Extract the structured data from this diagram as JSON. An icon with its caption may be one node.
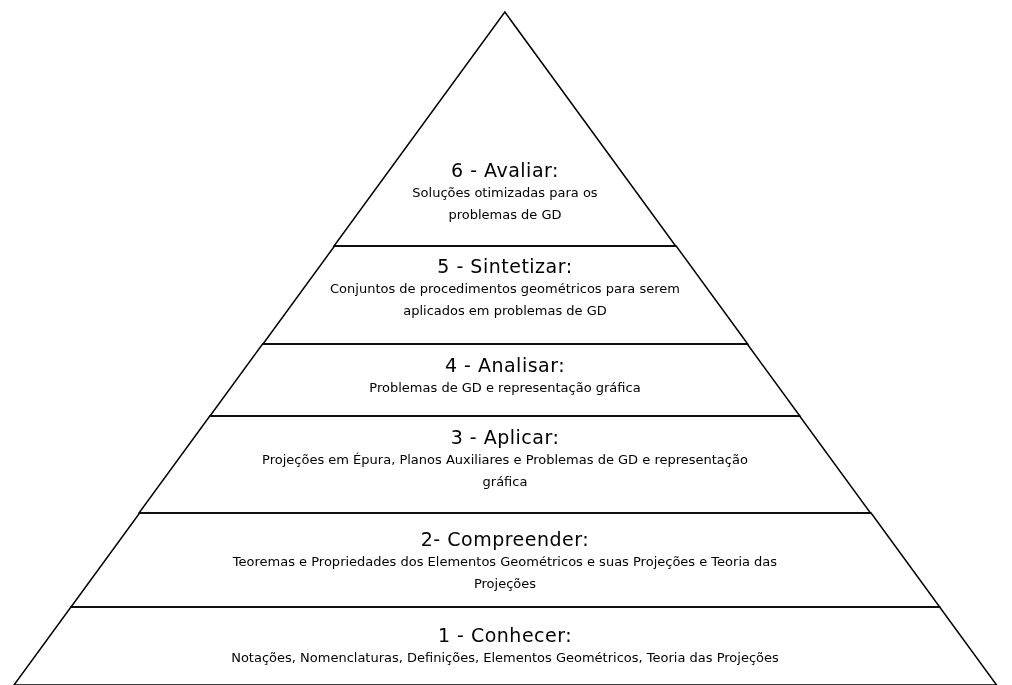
{
  "diagram": {
    "nodes": [
      {
        "text": [
          "6 - Avaliar:",
          "Soluções otimizadas para os problemas de GD"
        ]
      },
      {
        "text": [
          "5 - Sintetizar:",
          "Conjuntos de procedimentos geométricos para serem aplicados em problemas de GD"
        ]
      },
      {
        "text": [
          "4 - Analisar:",
          "Problemas de GD e representação gráfica"
        ]
      },
      {
        "text": [
          "3 - Aplicar:",
          "Projeções em Épura, Planos Auxiliares e Problemas de GD e representação gráfica"
        ]
      },
      {
        "text": [
          "2- Compreender:",
          "Teoremas e Propriedades dos Elementos Geométricos e suas Projeções e Teoria das Projeções"
        ]
      },
      {
        "text": [
          "1 - Conhecer:",
          "Notações, Nomenclaturas, Definições, Elementos Geométricos, Teoria das Projeções"
        ]
      }
    ]
  }
}
